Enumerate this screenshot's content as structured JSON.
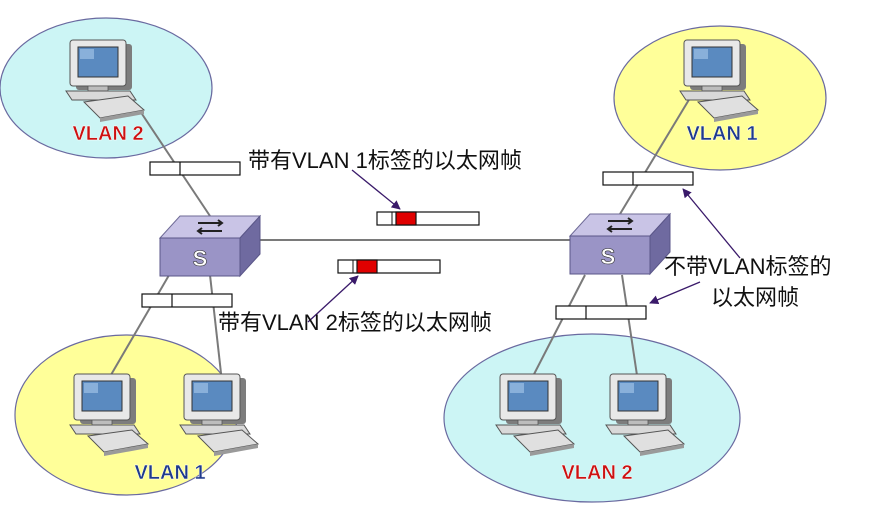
{
  "groups": {
    "top_left": "VLAN 2",
    "top_right": "VLAN 1",
    "bottom_left": "VLAN 1",
    "bottom_right": "VLAN 2"
  },
  "captions": {
    "vlan1_tagged": "带有VLAN 1标签的以太网帧",
    "vlan2_tagged": "带有VLAN 2标签的以太网帧",
    "untagged_line1": "不带VLAN标签的",
    "untagged_line2": "以太网帧"
  },
  "switch_label": "S",
  "colors": {
    "vlan1_ellipse": "#ffff99",
    "vlan2_ellipse": "#ccf5f5",
    "vlan1_text": "#1f3a8c",
    "vlan2_text": "#cc1111",
    "switch_face": "#9a94c6",
    "tag_marker": "#e00000",
    "arrow": "#3a1a6a"
  }
}
